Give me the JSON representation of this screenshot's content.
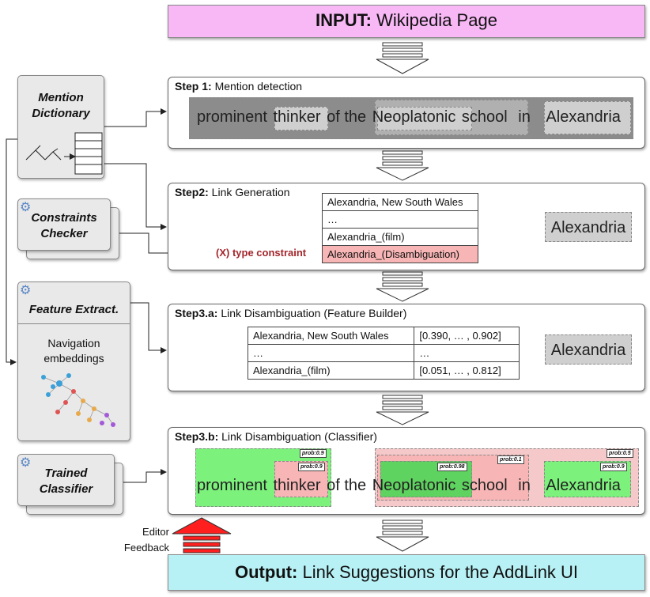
{
  "input": {
    "label": "INPUT:",
    "text": "Wikipedia Page"
  },
  "output": {
    "label": "Output:",
    "text": "Link Suggestions for the AddLink UI"
  },
  "components": {
    "mention_dictionary": "Mention\nDictionary",
    "constraints_checker": "Constraints\nChecker",
    "feature_extract": "Feature Extract.",
    "navigation_embeddings": "Navigation\nembeddings",
    "trained_classifier": "Trained\nClassifier"
  },
  "editor_feedback": "Editor\nFeedback",
  "steps": {
    "step1": {
      "bold": "Step 1:",
      "text": " Mention detection"
    },
    "step2": {
      "bold": "Step2:",
      "text": " Link Generation"
    },
    "step3a": {
      "bold": "Step3.a:",
      "text": " Link Disambiguation (Feature Builder)"
    },
    "step3b": {
      "bold": "Step3.b:",
      "text": " Link Disambiguation (Classifier)"
    }
  },
  "sentence": {
    "w1": "prominent",
    "w2": "thinker",
    "w3": "of the",
    "w4": "Neoplatonic",
    "w5": "school",
    "w6": "in",
    "w7": "Alexandria"
  },
  "mention": "Alexandria",
  "step2_candidates": [
    "Alexandria, New South Wales",
    "…",
    "Alexandria_(film)",
    "Alexandria_(Disambiguation)"
  ],
  "type_constraint": "(X) type constraint",
  "step3a_rows": [
    {
      "name": "Alexandria, New South Wales",
      "vec": "[0.390, … , 0.902]"
    },
    {
      "name": "…",
      "vec": "…"
    },
    {
      "name": "Alexandria_(film)",
      "vec": "[0.051, … , 0.812]"
    }
  ],
  "probs": {
    "p1": "prob:0.9",
    "p2": "prob:0.9",
    "p3": "prob:0.5",
    "p4": "prob:0.1",
    "p5": "prob:0.98",
    "p6": "prob:0.9"
  },
  "colors": {
    "input_bg": "#f7b8f5",
    "output_bg": "#b8f1f5",
    "reject_bg": "#f7b5b5",
    "accept_green": "#7cf27c",
    "strong_green": "#5fd35f",
    "pink_bg": "#f5c9c9",
    "constraint_red": "#a3262b",
    "feedback_red": "#ff1f1f",
    "gray_dark": "#8c8c8c",
    "gray_light": "#cfcfcf"
  }
}
